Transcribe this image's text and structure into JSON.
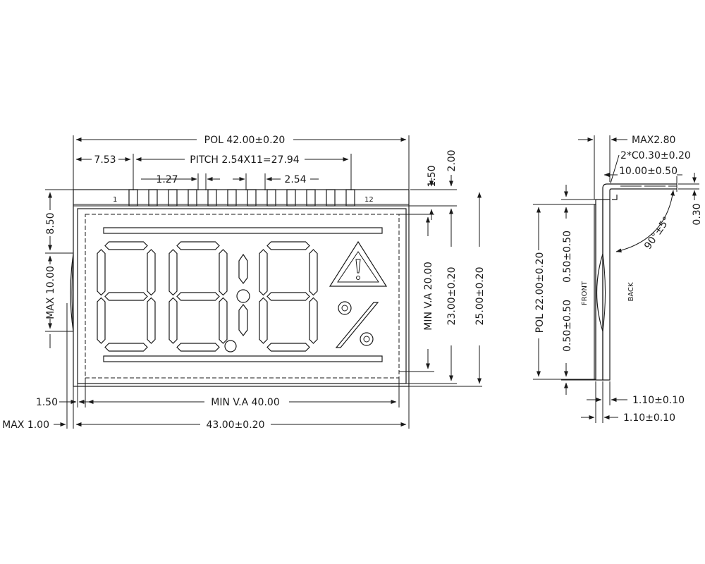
{
  "front": {
    "pol_width": "POL 42.00±0.20",
    "pitch": "PITCH 2.54X11=27.94",
    "first_pin_offset": "7.53",
    "pin_width": "1.27",
    "pin_spacing": "2.54",
    "pin_first": "1",
    "pin_last": "12",
    "pin_length": "1.50",
    "top_margin": "2.00",
    "pin_height": "8.50",
    "bump_height": "MAX 10.00",
    "va_height": "MIN V.A 20.00",
    "inner_height": "23.00±0.20",
    "glass_height": "25.00±0.20",
    "side_margin": "1.50",
    "bump_depth": "MAX 1.00",
    "va_width": "MIN V.A 40.00",
    "glass_width": "43.00±0.20"
  },
  "side": {
    "max_thickness": "MAX2.80",
    "chamfer": "2*C0.30±0.20",
    "lead_length": "10.00±0.50",
    "lead_thickness": "0.30",
    "bend_angle": "90°±5°",
    "pol_height": "POL 22.00±0.20",
    "top_offset": "0.50±0.50",
    "bottom_offset": "0.50±0.50",
    "front_label": "FRONT",
    "back_label": "BACK",
    "glass_front": "1.10±0.10",
    "glass_back": "1.10±0.10"
  }
}
